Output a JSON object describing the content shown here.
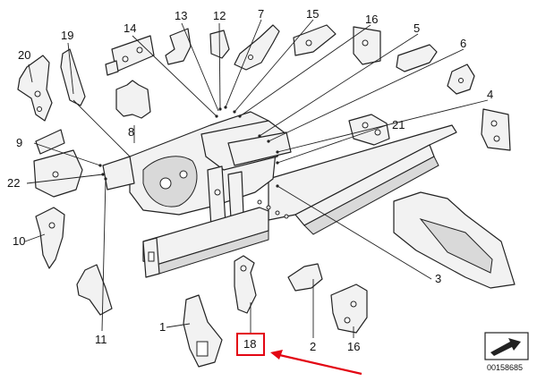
{
  "diagram": {
    "part_numbers": [
      "20",
      "19",
      "14",
      "13",
      "12",
      "7",
      "15",
      "16",
      "5",
      "6",
      "4",
      "21",
      "8",
      "9",
      "22",
      "10",
      "11",
      "1",
      "18",
      "2",
      "16",
      "3"
    ],
    "highlight": {
      "label": "18",
      "color": "#e30613"
    },
    "drawing_code": "00158685",
    "icons": [
      "direction-arrow-icon"
    ],
    "colors": {
      "line": "#222222",
      "fill": "#f2f2f2",
      "accent": "#e30613"
    }
  }
}
